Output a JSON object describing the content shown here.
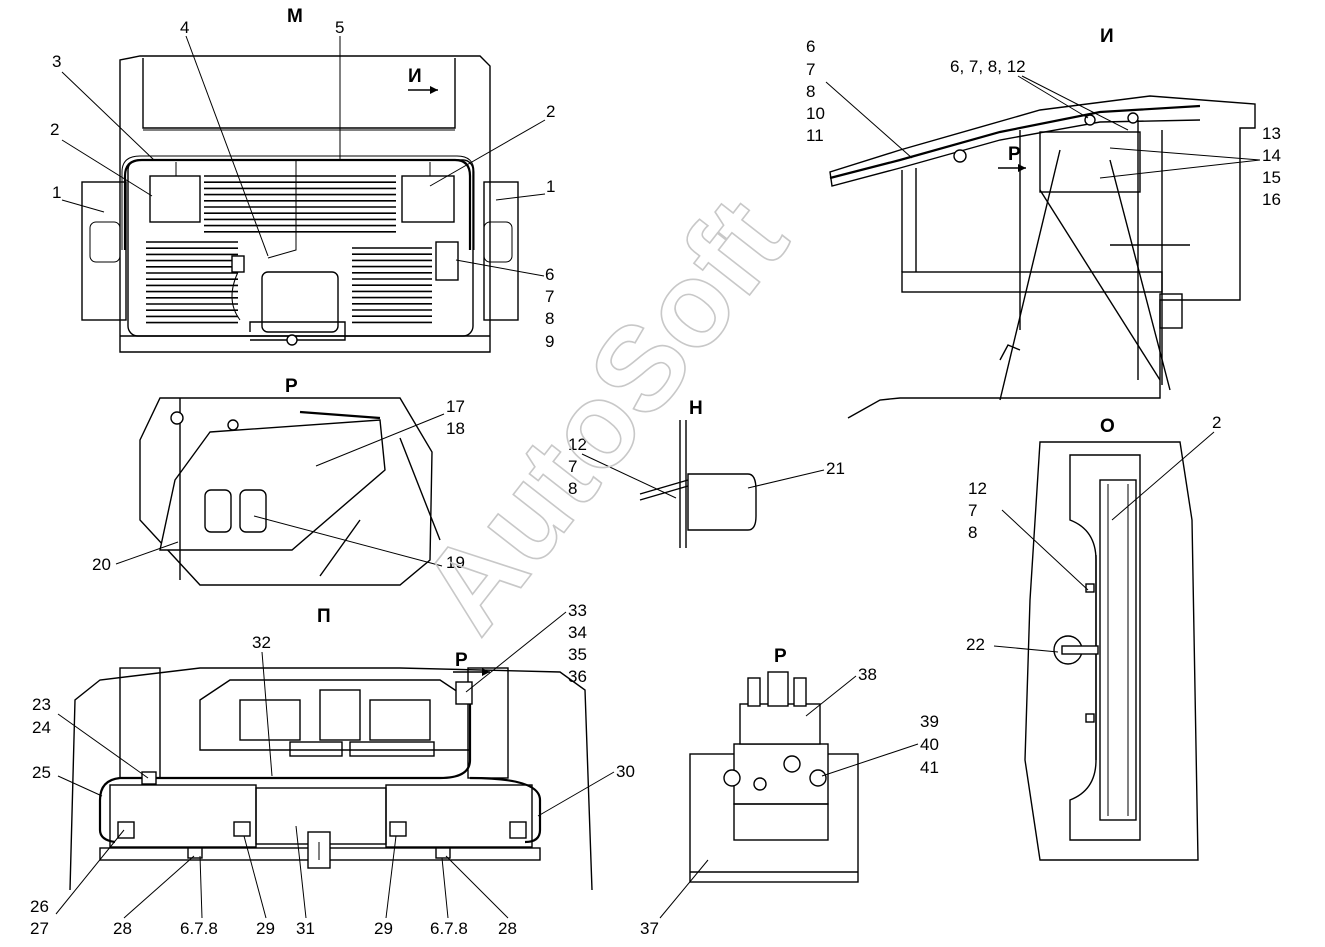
{
  "watermark": "AutoSoft",
  "views": {
    "M": "М",
    "I": "И",
    "R_upper": "Р",
    "N": "Н",
    "O": "О",
    "P": "П",
    "R_lower": "Р",
    "arrow_I": "И",
    "arrow_R_I": "Р",
    "arrow_R_P": "Р"
  },
  "labels": {
    "m_1_left": "1",
    "m_2_left": "2",
    "m_3": "3",
    "m_4": "4",
    "m_5": "5",
    "m_2_right": "2",
    "m_1_right": "1",
    "m_6": "6",
    "m_7": "7",
    "m_8": "8",
    "m_9": "9",
    "i_6": "6",
    "i_7": "7",
    "i_8": "8",
    "i_10": "10",
    "i_11": "11",
    "i_6_7_8_12": "6, 7, 8, 12",
    "i_13": "13",
    "i_14": "14",
    "i_15": "15",
    "i_16": "16",
    "r_17": "17",
    "r_18": "18",
    "r_19": "19",
    "r_20": "20",
    "n_12": "12",
    "n_7": "7",
    "n_8": "8",
    "n_21": "21",
    "o_2": "2",
    "o_12": "12",
    "o_7": "7",
    "o_8": "8",
    "o_22": "22",
    "p_23": "23",
    "p_24": "24",
    "p_25": "25",
    "p_26": "26",
    "p_27": "27",
    "p_28_left": "28",
    "p_678_left": "6.7.8",
    "p_29_left": "29",
    "p_31": "31",
    "p_29_right": "29",
    "p_678_right": "6.7.8",
    "p_28_right": "28",
    "p_30": "30",
    "p_32": "32",
    "p_33": "33",
    "p_34": "34",
    "p_35": "35",
    "p_36": "36",
    "rl_38": "38",
    "rl_39": "39",
    "rl_40": "40",
    "rl_41": "41",
    "rl_37": "37"
  }
}
